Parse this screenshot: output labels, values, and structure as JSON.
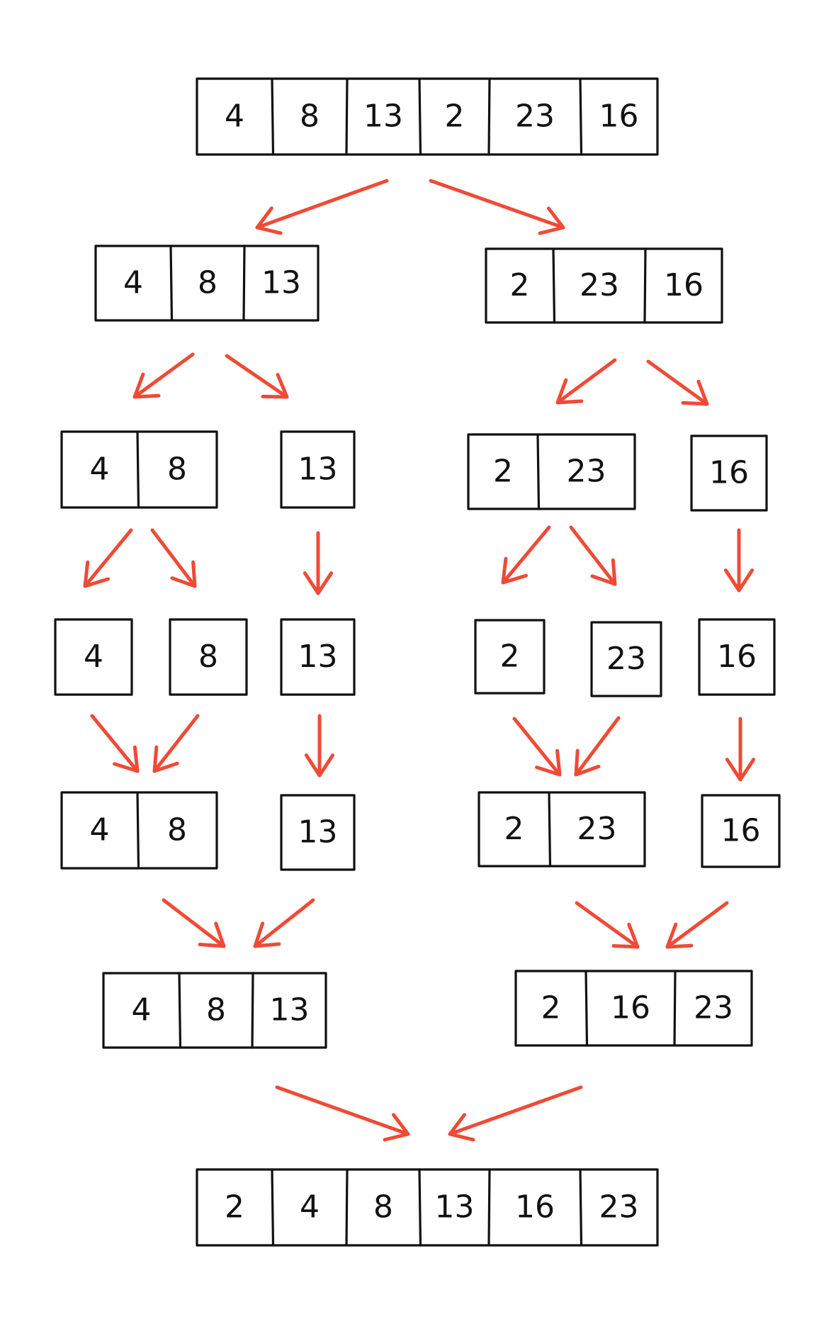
{
  "colors": {
    "arrow": "#ee4b36",
    "box_stroke": "#111111",
    "text": "#111111",
    "background": "#ffffff"
  },
  "arrays": [
    {
      "id": "root",
      "values": [
        "4",
        "8",
        "13",
        "2",
        "23",
        "16"
      ]
    },
    {
      "id": "split-left",
      "values": [
        "4",
        "8",
        "13"
      ]
    },
    {
      "id": "split-right",
      "values": [
        "2",
        "23",
        "16"
      ]
    },
    {
      "id": "split-l-pair",
      "values": [
        "4",
        "8"
      ]
    },
    {
      "id": "split-l-single",
      "values": [
        "13"
      ]
    },
    {
      "id": "split-r-pair",
      "values": [
        "2",
        "23"
      ]
    },
    {
      "id": "split-r-single",
      "values": [
        "16"
      ]
    },
    {
      "id": "leaf-4",
      "values": [
        "4"
      ]
    },
    {
      "id": "leaf-8",
      "values": [
        "8"
      ]
    },
    {
      "id": "leaf-13",
      "values": [
        "13"
      ]
    },
    {
      "id": "leaf-2",
      "values": [
        "2"
      ]
    },
    {
      "id": "leaf-23",
      "values": [
        "23"
      ]
    },
    {
      "id": "leaf-16",
      "values": [
        "16"
      ]
    },
    {
      "id": "merge-l-pair",
      "values": [
        "4",
        "8"
      ]
    },
    {
      "id": "merge-l-single",
      "values": [
        "13"
      ]
    },
    {
      "id": "merge-r-pair",
      "values": [
        "2",
        "23"
      ]
    },
    {
      "id": "merge-r-single",
      "values": [
        "16"
      ]
    },
    {
      "id": "merge-left",
      "values": [
        "4",
        "8",
        "13"
      ]
    },
    {
      "id": "merge-right",
      "values": [
        "2",
        "16",
        "23"
      ]
    },
    {
      "id": "result",
      "values": [
        "2",
        "4",
        "8",
        "13",
        "16",
        "23"
      ]
    }
  ]
}
